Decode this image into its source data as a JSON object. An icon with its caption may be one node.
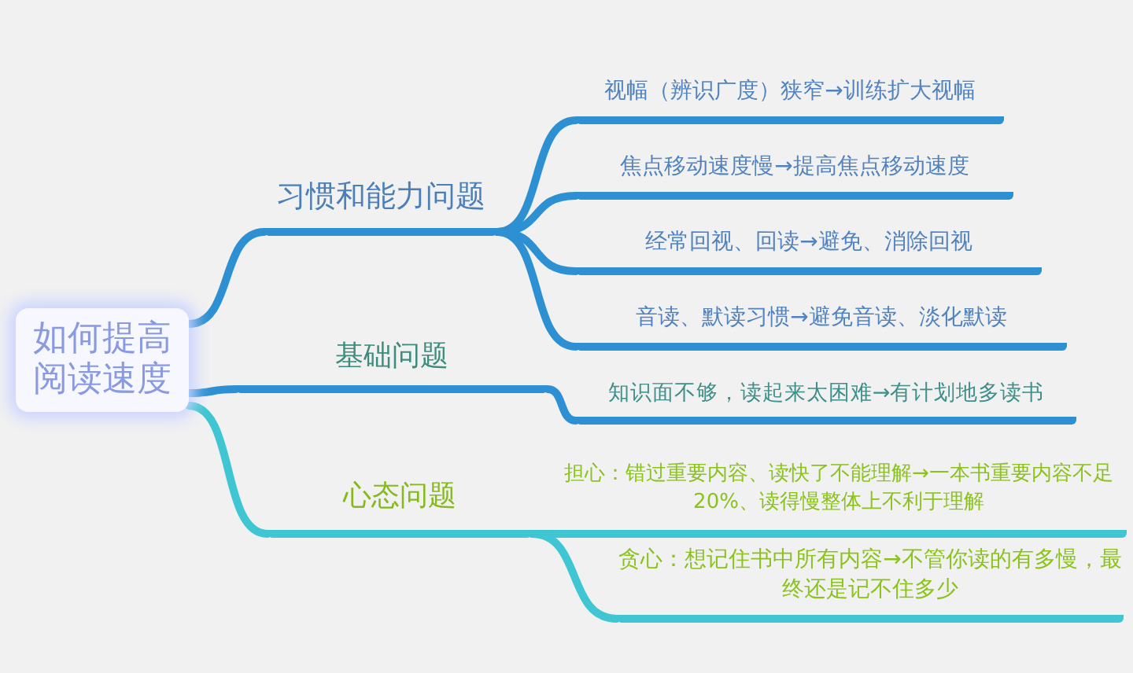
{
  "diagram": {
    "nodes": [
      {
        "text": [
          "如何提高阅读速度"
        ]
      },
      {
        "text": [
          "习惯和能力问题"
        ]
      },
      {
        "text": [
          "视幅（辨识广度）狭窄→训练扩大视幅"
        ]
      },
      {
        "text": [
          "焦点移动速度慢→提高焦点移动速度"
        ]
      },
      {
        "text": [
          "经常回视、回读→避免、消除回视"
        ]
      },
      {
        "text": [
          "音读、默读习惯→避免音读、淡化默读"
        ]
      },
      {
        "text": [
          "基础问题"
        ]
      },
      {
        "text": [
          "知识面不够，读起来太困难→有计划地多读书"
        ]
      },
      {
        "text": [
          "心态问题"
        ]
      },
      {
        "text": [
          "担心：错过重要内容、读快了不能理解→一本书重要内容不足20%、读得慢整体上不利于理解"
        ]
      },
      {
        "text": [
          "贪心：想记住书中所有内容→不管你读的有多慢，最终还是记不住多少"
        ]
      }
    ],
    "edges": [
      {
        "from": 0,
        "to": 1,
        "arrow": "none"
      },
      {
        "from": 1,
        "to": 2,
        "arrow": "none"
      },
      {
        "from": 1,
        "to": 3,
        "arrow": "none"
      },
      {
        "from": 1,
        "to": 4,
        "arrow": "none"
      },
      {
        "from": 1,
        "to": 5,
        "arrow": "none"
      },
      {
        "from": 0,
        "to": 6,
        "arrow": "none"
      },
      {
        "from": 6,
        "to": 7,
        "arrow": "none"
      },
      {
        "from": 0,
        "to": 8,
        "arrow": "none",
        "color": "#3fc6d2"
      },
      {
        "from": 8,
        "to": 9,
        "arrow": "none",
        "color": "#3fc6d2"
      },
      {
        "from": 8,
        "to": 10,
        "arrow": "none",
        "color": "#3fc6d2"
      }
    ]
  }
}
